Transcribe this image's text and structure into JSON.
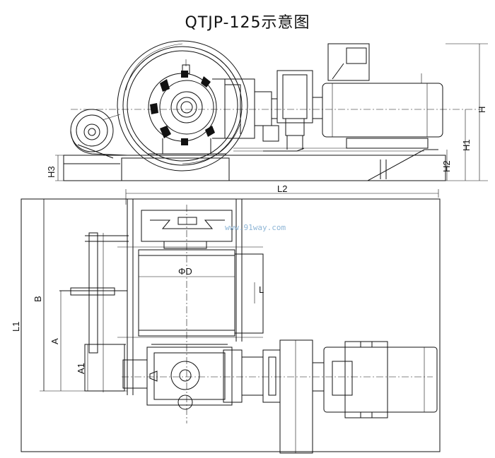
{
  "title": "QTJP-125示意图",
  "watermark": "www.91way.com",
  "dimensions": {
    "H": "H",
    "H1": "H1",
    "H2": "H2",
    "H3": "H3",
    "L1": "L1",
    "L2": "L2",
    "B": "B",
    "A": "A",
    "A1": "A1",
    "L": "L",
    "D": "ΦD"
  }
}
